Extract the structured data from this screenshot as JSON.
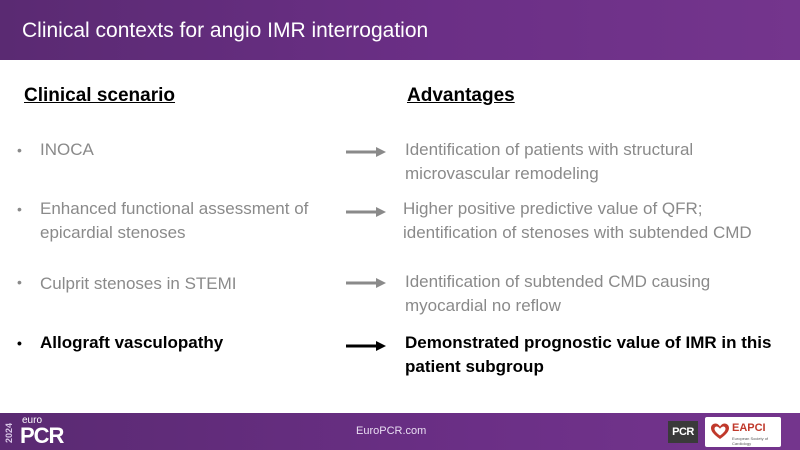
{
  "slide": {
    "title": "Clinical contexts for angio IMR interrogation",
    "columns": {
      "left": "Clinical scenario",
      "right": "Advantages"
    },
    "rows": [
      {
        "bullet": "•",
        "scenario": "INOCA",
        "advantage": "Identification of patients with structural microvascular remodeling",
        "emphasis": false
      },
      {
        "bullet": "•",
        "scenario": "Enhanced functional assessment of epicardial stenoses",
        "advantage": "Higher positive predictive value of QFR; identification of stenoses with subtended CMD",
        "emphasis": false
      },
      {
        "bullet": "•",
        "scenario": "Culprit stenoses in STEMI",
        "advantage": "Identification of subtended CMD causing myocardial no reflow",
        "emphasis": false
      },
      {
        "bullet": "•",
        "scenario": "Allograft vasculopathy",
        "advantage": "Demonstrated prognostic value of IMR in this patient subgroup",
        "emphasis": true
      }
    ]
  },
  "footer": {
    "logo_year": "2024",
    "logo_euro": "euro",
    "logo_pcr": "PCR",
    "url": "EuroPCR.com",
    "pcr_badge": "PCR",
    "eapci_badge": "EAPCI",
    "eapci_sub": "European Society of Cardiology"
  },
  "colors": {
    "header_bg": "#6b2f86",
    "muted_text": "#8a8a8a",
    "arrow_muted": "#8a8a8a",
    "arrow_strong": "#000000"
  },
  "icons": {
    "arrow": "right-arrow-icon",
    "heart": "heart-logo-icon"
  }
}
